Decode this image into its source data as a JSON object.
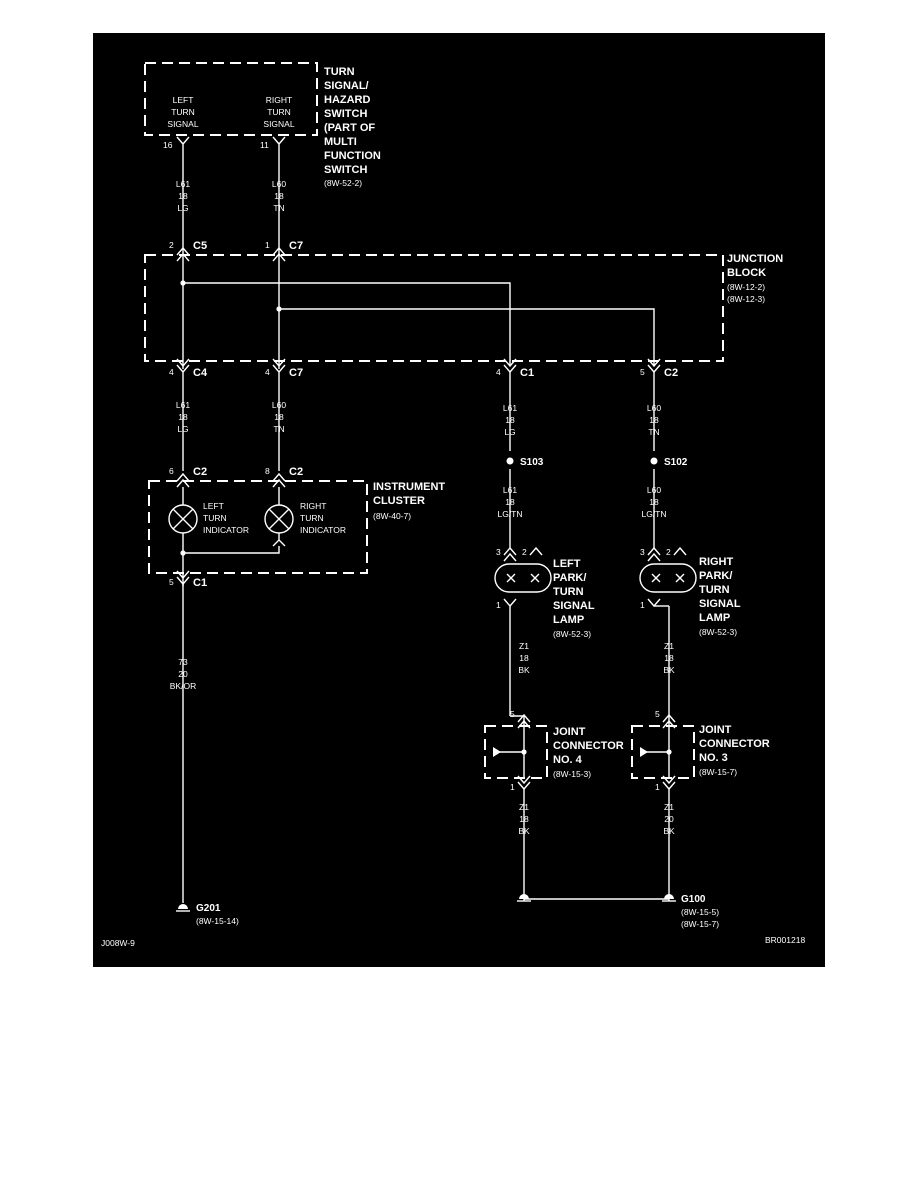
{
  "switch": {
    "title": [
      "TURN",
      "SIGNAL/",
      "HAZARD",
      "SWITCH",
      "(PART OF",
      "MULTI",
      "FUNCTION",
      "SWITCH"
    ],
    "ref": "(8W-52-2)",
    "left_label": [
      "LEFT",
      "TURN",
      "SIGNAL"
    ],
    "right_label": [
      "RIGHT",
      "TURN",
      "SIGNAL"
    ],
    "left_pin": "16",
    "right_pin": "11"
  },
  "wires": {
    "w1": [
      "L61",
      "18",
      "LG"
    ],
    "w2": [
      "L60",
      "18",
      "TN"
    ],
    "w3": [
      "L61",
      "18",
      "LG"
    ],
    "w4": [
      "L60",
      "18",
      "TN"
    ],
    "w5": [
      "L61",
      "18",
      "LG"
    ],
    "w6": [
      "L60",
      "18",
      "TN"
    ],
    "w7": [
      "L61",
      "18",
      "LG/TN"
    ],
    "w8": [
      "L60",
      "18",
      "LG/TN"
    ],
    "w9": [
      "73",
      "20",
      "BK/OR"
    ],
    "w10": [
      "Z1",
      "18",
      "BK"
    ],
    "w11": [
      "Z1",
      "18",
      "BK"
    ],
    "w12": [
      "Z1",
      "18",
      "BK"
    ],
    "w13": [
      "Z1",
      "20",
      "BK"
    ]
  },
  "junction_block": {
    "title": [
      "JUNCTION",
      "BLOCK"
    ],
    "refs": [
      "(8W-12-2)",
      "(8W-12-3)"
    ],
    "top_left_pin": "2",
    "top_left_conn": "C5",
    "top_right_pin": "1",
    "top_right_conn": "C7",
    "bot1_pin": "4",
    "bot1_conn": "C4",
    "bot2_pin": "4",
    "bot2_conn": "C7",
    "bot3_pin": "4",
    "bot3_conn": "C1",
    "bot4_pin": "5",
    "bot4_conn": "C2"
  },
  "splices": {
    "s103": "S103",
    "s102": "S102"
  },
  "cluster": {
    "title": [
      "INSTRUMENT",
      "CLUSTER"
    ],
    "ref": "(8W-40-7)",
    "left_ind": [
      "LEFT",
      "TURN",
      "INDICATOR"
    ],
    "right_ind": [
      "RIGHT",
      "TURN",
      "INDICATOR"
    ],
    "in_left_pin": "6",
    "in_left_conn": "C2",
    "in_right_pin": "8",
    "in_right_conn": "C2",
    "out_pin": "5",
    "out_conn": "C1"
  },
  "left_lamp": {
    "title": [
      "LEFT",
      "PARK/",
      "TURN",
      "SIGNAL",
      "LAMP"
    ],
    "ref": "(8W-52-3)",
    "pin_in": "3",
    "pin_aux": "2",
    "pin_out": "1"
  },
  "right_lamp": {
    "title": [
      "RIGHT",
      "PARK/",
      "TURN",
      "SIGNAL",
      "LAMP"
    ],
    "ref": "(8W-52-3)",
    "pin_in": "3",
    "pin_aux": "2",
    "pin_out": "1"
  },
  "joint4": {
    "title": [
      "JOINT",
      "CONNECTOR",
      "NO. 4"
    ],
    "ref": "(8W-15-3)",
    "pin_top": "5",
    "pin_bot": "1"
  },
  "joint3": {
    "title": [
      "JOINT",
      "CONNECTOR",
      "NO. 3"
    ],
    "ref": "(8W-15-7)",
    "pin_top": "5",
    "pin_bot": "1"
  },
  "grounds": {
    "g201": "G201",
    "g201_ref": "(8W-15-14)",
    "g100": "G100",
    "g100_refs": [
      "(8W-15-5)",
      "(8W-15-7)"
    ]
  },
  "footer": {
    "left": "J008W-9",
    "right": "BR001218"
  }
}
